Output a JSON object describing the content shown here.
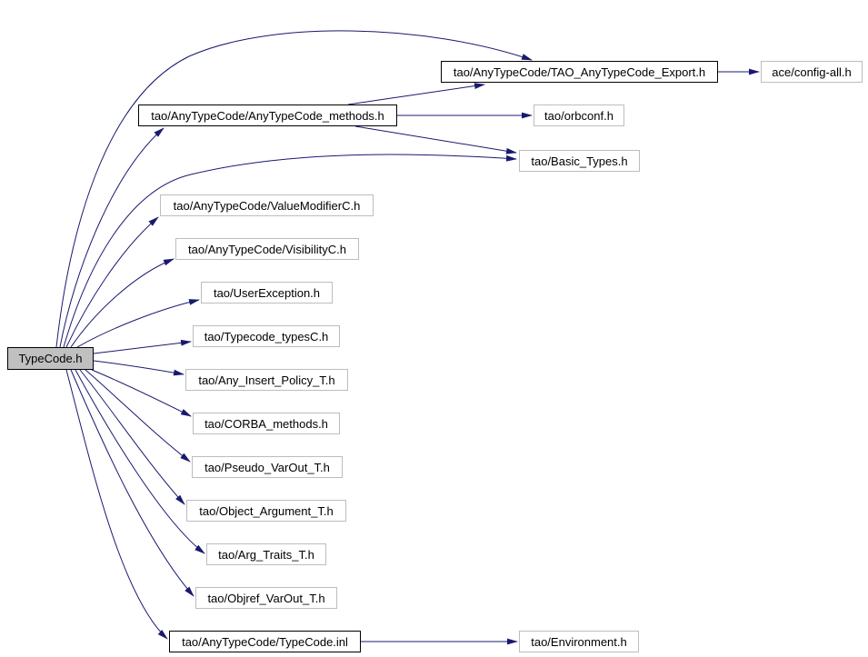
{
  "graph": {
    "kind": "include-dependency-graph",
    "colors": {
      "background": "#ffffff",
      "edge": "#191970",
      "primary_node_border": "#000000",
      "secondary_node_border": "#bdbdbd",
      "selected_node_fill": "#c0c0c0",
      "text": "#000000"
    },
    "nodes": [
      {
        "label": "TypeCode.h",
        "style": "selected"
      },
      {
        "label": "tao/AnyTypeCode/TAO_AnyTypeCode_Export.h",
        "style": "primary"
      },
      {
        "label": "ace/config-all.h",
        "style": "secondary"
      },
      {
        "label": "tao/AnyTypeCode/AnyTypeCode_methods.h",
        "style": "primary"
      },
      {
        "label": "tao/orbconf.h",
        "style": "secondary"
      },
      {
        "label": "tao/Basic_Types.h",
        "style": "secondary"
      },
      {
        "label": "tao/AnyTypeCode/ValueModifierC.h",
        "style": "secondary"
      },
      {
        "label": "tao/AnyTypeCode/VisibilityC.h",
        "style": "secondary"
      },
      {
        "label": "tao/UserException.h",
        "style": "secondary"
      },
      {
        "label": "tao/Typecode_typesC.h",
        "style": "secondary"
      },
      {
        "label": "tao/Any_Insert_Policy_T.h",
        "style": "secondary"
      },
      {
        "label": "tao/CORBA_methods.h",
        "style": "secondary"
      },
      {
        "label": "tao/Pseudo_VarOut_T.h",
        "style": "secondary"
      },
      {
        "label": "tao/Object_Argument_T.h",
        "style": "secondary"
      },
      {
        "label": "tao/Arg_Traits_T.h",
        "style": "secondary"
      },
      {
        "label": "tao/Objref_VarOut_T.h",
        "style": "secondary"
      },
      {
        "label": "tao/AnyTypeCode/TypeCode.inl",
        "style": "primary"
      },
      {
        "label": "tao/Environment.h",
        "style": "secondary"
      }
    ],
    "edges": [
      {
        "from": "TypeCode.h",
        "to": "tao/AnyTypeCode/TAO_AnyTypeCode_Export.h"
      },
      {
        "from": "TypeCode.h",
        "to": "tao/AnyTypeCode/AnyTypeCode_methods.h"
      },
      {
        "from": "TypeCode.h",
        "to": "tao/Basic_Types.h"
      },
      {
        "from": "TypeCode.h",
        "to": "tao/AnyTypeCode/ValueModifierC.h"
      },
      {
        "from": "TypeCode.h",
        "to": "tao/AnyTypeCode/VisibilityC.h"
      },
      {
        "from": "TypeCode.h",
        "to": "tao/UserException.h"
      },
      {
        "from": "TypeCode.h",
        "to": "tao/Typecode_typesC.h"
      },
      {
        "from": "TypeCode.h",
        "to": "tao/Any_Insert_Policy_T.h"
      },
      {
        "from": "TypeCode.h",
        "to": "tao/CORBA_methods.h"
      },
      {
        "from": "TypeCode.h",
        "to": "tao/Pseudo_VarOut_T.h"
      },
      {
        "from": "TypeCode.h",
        "to": "tao/Object_Argument_T.h"
      },
      {
        "from": "TypeCode.h",
        "to": "tao/Arg_Traits_T.h"
      },
      {
        "from": "TypeCode.h",
        "to": "tao/Objref_VarOut_T.h"
      },
      {
        "from": "TypeCode.h",
        "to": "tao/AnyTypeCode/TypeCode.inl"
      },
      {
        "from": "tao/AnyTypeCode/AnyTypeCode_methods.h",
        "to": "tao/AnyTypeCode/TAO_AnyTypeCode_Export.h"
      },
      {
        "from": "tao/AnyTypeCode/AnyTypeCode_methods.h",
        "to": "tao/orbconf.h"
      },
      {
        "from": "tao/AnyTypeCode/AnyTypeCode_methods.h",
        "to": "tao/Basic_Types.h"
      },
      {
        "from": "tao/AnyTypeCode/TAO_AnyTypeCode_Export.h",
        "to": "ace/config-all.h"
      },
      {
        "from": "tao/AnyTypeCode/TypeCode.inl",
        "to": "tao/Environment.h"
      }
    ]
  }
}
